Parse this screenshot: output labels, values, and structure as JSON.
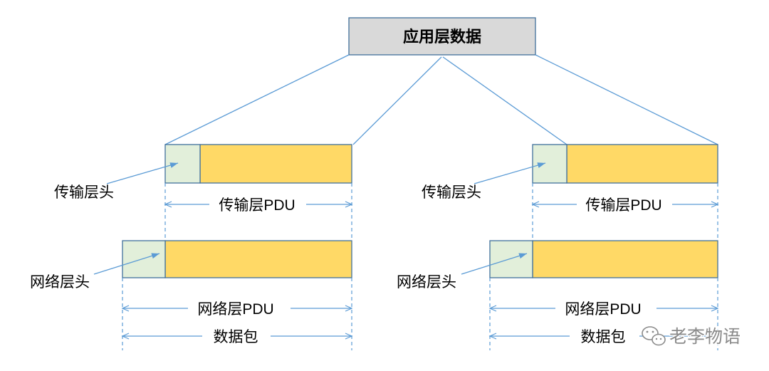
{
  "colors": {
    "connector_line": "#5b9bd5",
    "box_border": "#41719c",
    "top_box_fill": "#d9d9d9",
    "header_fill": "#e2efda",
    "payload_fill": "#ffd966"
  },
  "application_data": {
    "label": "应用层数据"
  },
  "left_group": {
    "transport_header_label": "传输层头",
    "transport_pdu_label": "传输层PDU",
    "network_header_label": "网络层头",
    "network_pdu_label": "网络层PDU",
    "packet_label": "数据包"
  },
  "right_group": {
    "transport_header_label": "传输层头",
    "transport_pdu_label": "传输层PDU",
    "network_header_label": "网络层头",
    "network_pdu_label": "网络层PDU",
    "packet_label": "数据包"
  },
  "watermark": {
    "icon": "wechat-icon",
    "text": "老李物语"
  }
}
